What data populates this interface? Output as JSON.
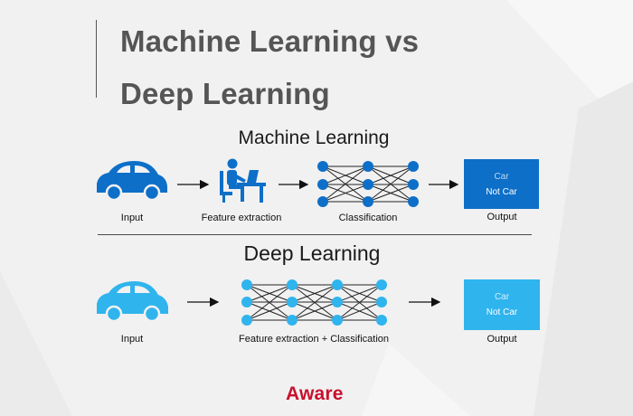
{
  "header": {
    "title_line1": "Machine Learning vs",
    "title_line2": "Deep Learning"
  },
  "machine_learning": {
    "title": "Machine Learning",
    "steps": [
      "Input",
      "Feature extraction",
      "Classification",
      "Output"
    ],
    "output": {
      "car": "Car",
      "not_car": "Not Car"
    }
  },
  "deep_learning": {
    "title": "Deep Learning",
    "steps": [
      "Input",
      "Feature extraction + Classification",
      "Output"
    ],
    "output": {
      "car": "Car",
      "not_car": "Not Car"
    }
  },
  "brand": {
    "logo": "Aware"
  },
  "colors": {
    "ml_blue": "#0d6fc8",
    "dl_blue": "#2fb4ee",
    "title_gray": "#555555",
    "brand_red": "#c8102e"
  },
  "icons": {
    "ml_input": "car-icon",
    "ml_feature": "person-at-desk-icon",
    "ml_classification": "neural-network-icon",
    "dl_input": "car-icon",
    "dl_network": "neural-network-icon"
  }
}
